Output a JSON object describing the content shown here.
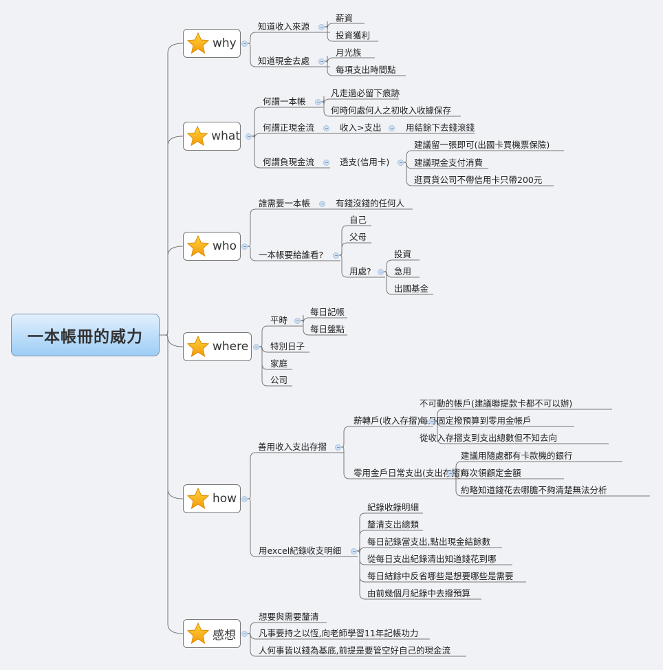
{
  "root": {
    "label": "一本帳冊的威力"
  },
  "topics": [
    {
      "id": "why",
      "label": "why",
      "icon": "star-icon",
      "children": [
        {
          "label": "知道收入來源",
          "children": [
            {
              "label": "薪資"
            },
            {
              "label": "投資獲利"
            }
          ]
        },
        {
          "label": "知道現金去處",
          "children": [
            {
              "label": "月光族"
            },
            {
              "label": "每項支出時間點"
            }
          ]
        }
      ]
    },
    {
      "id": "what",
      "label": "what",
      "icon": "star-icon",
      "children": [
        {
          "label": "何謂一本帳",
          "children": [
            {
              "label": "凡走過必留下痕跡"
            },
            {
              "label": "何時何處何人之初收入收據保存"
            }
          ]
        },
        {
          "label": "何謂正現金流",
          "children": [
            {
              "label": "收入>支出",
              "children": [
                {
                  "label": "用結餘下去錢滾錢"
                }
              ]
            }
          ]
        },
        {
          "label": "何謂負現金流",
          "children": [
            {
              "label": "透支(信用卡)",
              "children": [
                {
                  "label": "建議留一張即可(出國卡買機票保險)"
                },
                {
                  "label": "建議現金支付消費"
                },
                {
                  "label": "逛買貨公司不帶信用卡只帶200元"
                }
              ]
            }
          ]
        }
      ]
    },
    {
      "id": "who",
      "label": "who",
      "icon": "star-icon",
      "children": [
        {
          "label": "誰需要一本帳",
          "children": [
            {
              "label": "有錢沒錢的任何人"
            }
          ]
        },
        {
          "label": "一本帳要給誰看?",
          "children": [
            {
              "label": "自己"
            },
            {
              "label": "父母"
            },
            {
              "label": "用處?",
              "children": [
                {
                  "label": "投資"
                },
                {
                  "label": "急用"
                },
                {
                  "label": "出國基金"
                }
              ]
            }
          ]
        }
      ]
    },
    {
      "id": "where",
      "label": "where",
      "icon": "star-icon",
      "children": [
        {
          "label": "平時",
          "children": [
            {
              "label": "每日記帳"
            },
            {
              "label": "每日盤點"
            }
          ]
        },
        {
          "label": "特別日子"
        },
        {
          "label": "家庭"
        },
        {
          "label": "公司"
        }
      ]
    },
    {
      "id": "how",
      "label": "how",
      "icon": "star-icon",
      "children": [
        {
          "label": "善用收入支出存摺",
          "children": [
            {
              "label": "薪轉戶(收入存摺)",
              "children": [
                {
                  "label": "不可動的帳戶(建議聯提款卡都不可以辦)"
                },
                {
                  "label": "每月固定撥預算到零用金帳戶"
                },
                {
                  "label": "從收入存摺支到支出總數但不知去向"
                }
              ]
            },
            {
              "label": "零用金戶日常支出(支出存摺)",
              "children": [
                {
                  "label": "建議用隨處都有卡款機的銀行"
                },
                {
                  "label": "每次領顧定金額"
                },
                {
                  "label": "約略知道錢花去哪膽不夠清楚無法分析"
                }
              ]
            }
          ]
        },
        {
          "label": "用excel紀錄收支明細",
          "children": [
            {
              "label": "紀錄收錄明細"
            },
            {
              "label": "釐清支出總類"
            },
            {
              "label": "每日記錄當支出,點出現金結餘數"
            },
            {
              "label": "從每日支出紀錄清出知道錢花到哪"
            },
            {
              "label": "每日結餘中反省哪些是想要哪些是需要"
            },
            {
              "label": "由前幾個月紀錄中去撥預算"
            }
          ]
        }
      ]
    },
    {
      "id": "feelings",
      "label": "感想",
      "icon": "star-icon",
      "children": [
        {
          "label": "想要與需要釐清"
        },
        {
          "label": "凡事要持之以恆,向老師學習11年記帳功力"
        },
        {
          "label": "人何事皆以錢為基底,前提是要管空好自己的現金流"
        }
      ]
    }
  ],
  "colors": {
    "background": "#f1f2f6",
    "line": "#777777",
    "toggle": "#cfe0f2",
    "star": "#f7b500"
  }
}
